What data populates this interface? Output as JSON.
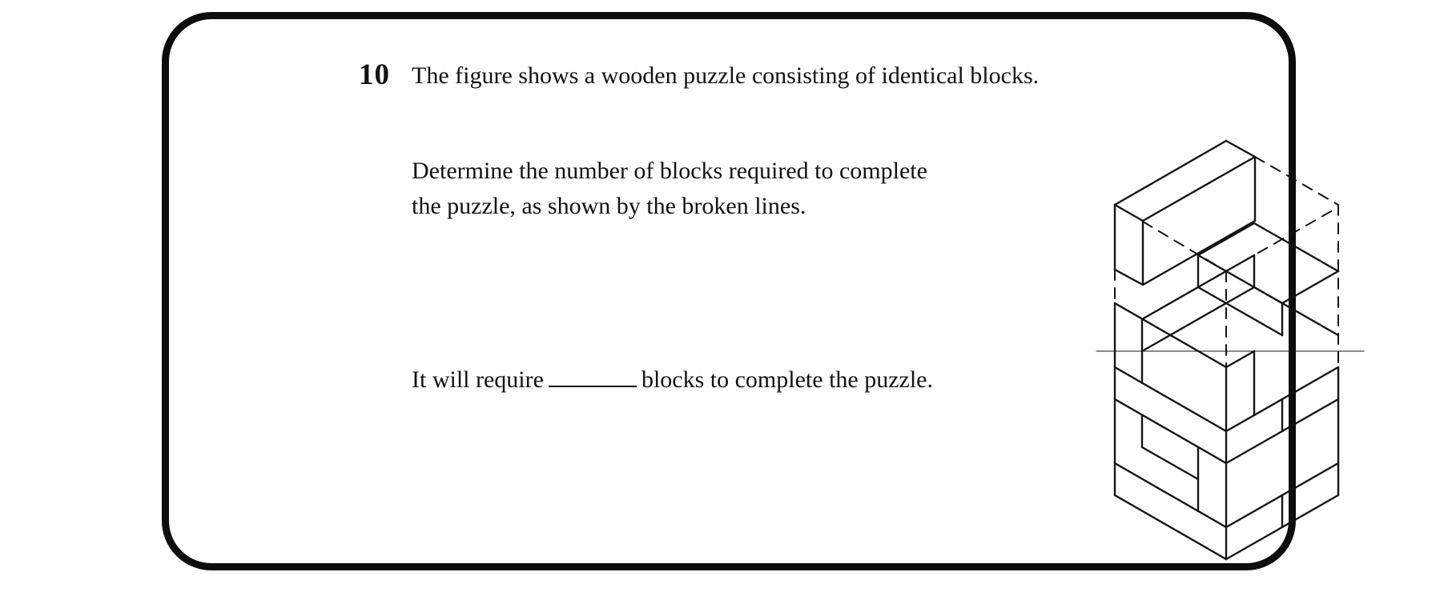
{
  "question": {
    "number": "10",
    "intro": "The figure shows a wooden puzzle consisting of identical blocks.",
    "prompt_line1": "Determine the number of blocks required to complete",
    "prompt_line2": "the puzzle, as shown by the broken lines.",
    "answer_pre": "It will require",
    "answer_post": "blocks to complete the puzzle."
  },
  "figure": {
    "description": "isometric-wooden-block-tower-with-broken-lines",
    "stroke_color": "#141414",
    "solid_stroke_width": 2.4,
    "dashed_stroke_width": 2.0,
    "thin_stroke_width": 1.1,
    "dash_pattern": "13,10",
    "solid_lines": [
      [
        1181,
        232,
        1320,
        152
      ],
      [
        1320,
        152,
        1356,
        172
      ],
      [
        1181,
        232,
        1216,
        252
      ],
      [
        1216,
        252,
        1356,
        172
      ],
      [
        1181,
        232,
        1181,
        313
      ],
      [
        1216,
        252,
        1216,
        332
      ],
      [
        1356,
        172,
        1356,
        252
      ],
      [
        1181,
        313,
        1216,
        332
      ],
      [
        1216,
        332,
        1356,
        252
      ],
      [
        1285,
        295,
        1355,
        255
      ],
      [
        1355,
        255,
        1460,
        315
      ],
      [
        1390,
        355,
        1460,
        315
      ],
      [
        1285,
        295,
        1390,
        355
      ],
      [
        1285,
        295,
        1285,
        335
      ],
      [
        1390,
        355,
        1390,
        395
      ],
      [
        1285,
        335,
        1390,
        395
      ],
      [
        1181,
        355,
        1320,
        435
      ],
      [
        1215,
        375,
        1355,
        295
      ],
      [
        1215,
        415,
        1355,
        335
      ],
      [
        1355,
        335,
        1460,
        395
      ],
      [
        1215,
        375,
        1215,
        455
      ],
      [
        1320,
        435,
        1355,
        415
      ],
      [
        1355,
        415,
        1355,
        495
      ],
      [
        1355,
        295,
        1355,
        335
      ],
      [
        1181,
        595,
        1320,
        675
      ],
      [
        1181,
        555,
        1320,
        635
      ],
      [
        1215,
        535,
        1285,
        575
      ],
      [
        1181,
        475,
        1320,
        555
      ],
      [
        1181,
        435,
        1320,
        515
      ],
      [
        1181,
        355,
        1181,
        595
      ],
      [
        1215,
        495,
        1215,
        535
      ],
      [
        1285,
        535,
        1285,
        615
      ],
      [
        1320,
        675,
        1460,
        595
      ],
      [
        1320,
        635,
        1460,
        555
      ],
      [
        1320,
        555,
        1460,
        475
      ],
      [
        1320,
        515,
        1460,
        435
      ],
      [
        1390,
        595,
        1390,
        635
      ],
      [
        1390,
        475,
        1390,
        515
      ],
      [
        1460,
        435,
        1460,
        595
      ],
      [
        1320,
        435,
        1320,
        675
      ]
    ],
    "dashed_lines": [
      [
        1356,
        172,
        1460,
        232
      ],
      [
        1460,
        232,
        1460,
        435
      ],
      [
        1216,
        253,
        1320,
        315
      ],
      [
        1320,
        315,
        1460,
        235
      ],
      [
        1320,
        315,
        1320,
        435
      ],
      [
        1181,
        313,
        1181,
        355
      ]
    ],
    "thin_lines": [
      [
        1158,
        415,
        1492,
        415
      ]
    ]
  }
}
